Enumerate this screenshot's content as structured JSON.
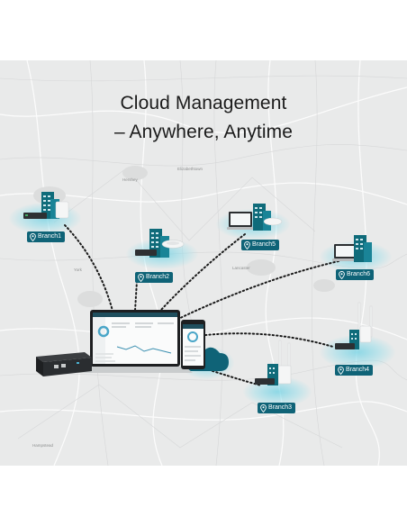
{
  "headline": {
    "line1": "Cloud Management",
    "line2": "– Anywhere, Anytime"
  },
  "branches": [
    {
      "label": "Branch1"
    },
    {
      "label": "Branch2"
    },
    {
      "label": "Branch5"
    },
    {
      "label": "Branch6"
    },
    {
      "label": "Branch4"
    },
    {
      "label": "Branch3"
    }
  ],
  "map_labels": {
    "york": "York",
    "hampstead": "Hampstead",
    "lancaster": "Lancaster",
    "hershey": "Hershey",
    "elizabethtown": "Elizabethtown"
  },
  "colors": {
    "badge": "#0f6377",
    "building": "#0f6b7a",
    "glow": "#8ad7e6",
    "map_bg": "#e9eaea"
  },
  "icons": [
    "location-pin-icon",
    "building-icon",
    "router-icon",
    "access-point-icon",
    "cloud-icon",
    "laptop-icon",
    "phone-icon"
  ]
}
